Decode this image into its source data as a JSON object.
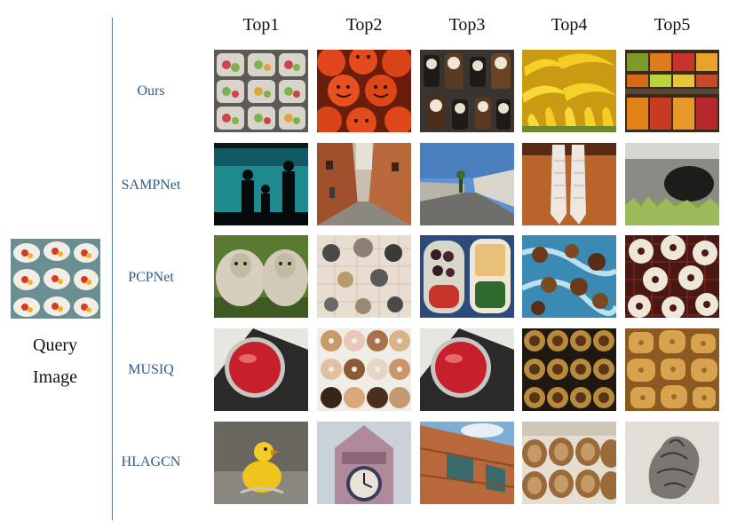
{
  "query": {
    "label_line1": "Query",
    "label_line2": "Image",
    "thumbnail_icon": "query-food-plates-image"
  },
  "columns": [
    "Top1",
    "Top2",
    "Top3",
    "Top4",
    "Top5"
  ],
  "rows": [
    {
      "method": "Ours",
      "images": [
        "salad-containers-image",
        "jack-o-lanterns-image",
        "wall-clocks-image",
        "bananas-image",
        "fruit-stall-image"
      ]
    },
    {
      "method": "SAMPNet",
      "images": [
        "aquarium-silhouettes-image",
        "narrow-street-image",
        "empty-road-image",
        "hanging-ties-image",
        "wall-hole-image"
      ]
    },
    {
      "method": "PCPNet",
      "images": [
        "sheep-pair-image",
        "hanging-pans-image",
        "lunch-box-image",
        "candy-pieces-image",
        "donuts-rack-image"
      ]
    },
    {
      "method": "MUSIQ",
      "images": [
        "jelly-dessert-image",
        "donut-grid-image",
        "jelly-dessert-repeat-image",
        "mince-pies-image",
        "cookies-image"
      ]
    },
    {
      "method": "HLAGCN",
      "images": [
        "yellow-duck-image",
        "clock-tower-image",
        "building-facade-image",
        "wine-barrels-image",
        "sculpture-image"
      ]
    }
  ],
  "colors": {
    "divider": "#5a7fa6",
    "method_label": "#2f5b84"
  }
}
